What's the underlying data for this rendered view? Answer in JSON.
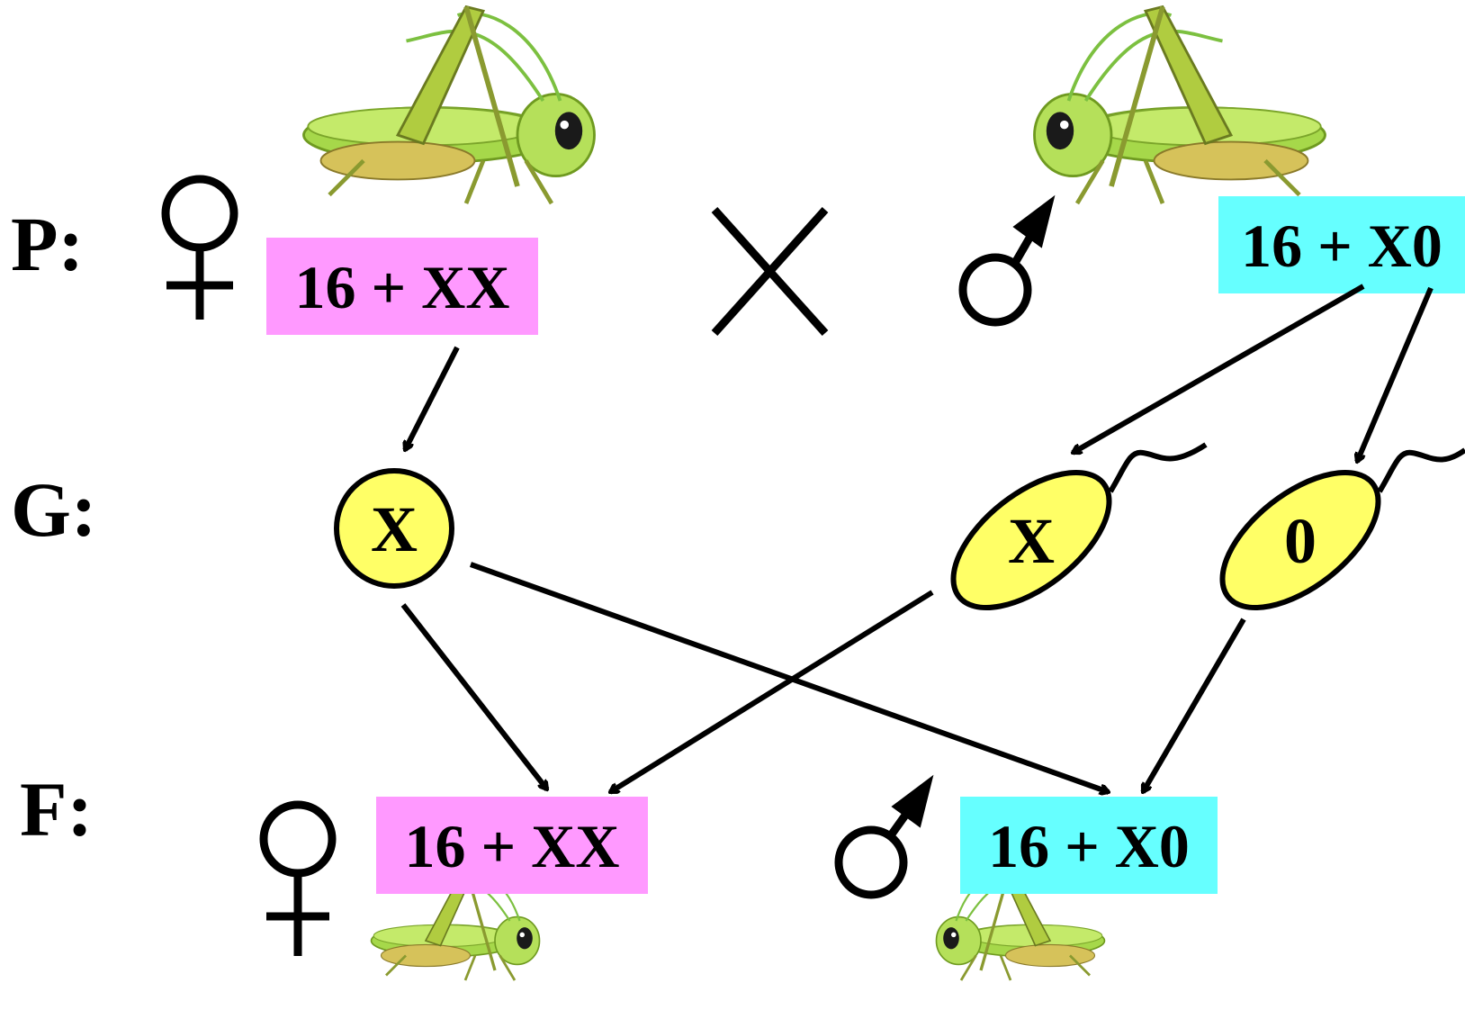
{
  "generations": {
    "parents": "P:",
    "gametes": "G:",
    "offspring": "F:"
  },
  "parents": {
    "female": {
      "karyotype": "16 + XX",
      "symbol": "female-symbol",
      "color": "#ff99ff"
    },
    "male": {
      "karyotype": "16 + X0",
      "symbol": "male-symbol",
      "color": "#66ffff"
    },
    "cross_symbol": "cross-symbol"
  },
  "gametes": {
    "egg": {
      "label": "X"
    },
    "sperm_x": {
      "label": "X"
    },
    "sperm_0": {
      "label": "0"
    },
    "fill_color": "#ffff66"
  },
  "offspring": {
    "female": {
      "karyotype": "16 + XX",
      "symbol": "female-symbol",
      "color": "#ff99ff"
    },
    "male": {
      "karyotype": "16 + X0",
      "symbol": "male-symbol",
      "color": "#66ffff"
    }
  },
  "icons": [
    "grasshopper-icon",
    "female-symbol-icon",
    "male-symbol-icon",
    "cross-icon",
    "arrow-icon"
  ]
}
